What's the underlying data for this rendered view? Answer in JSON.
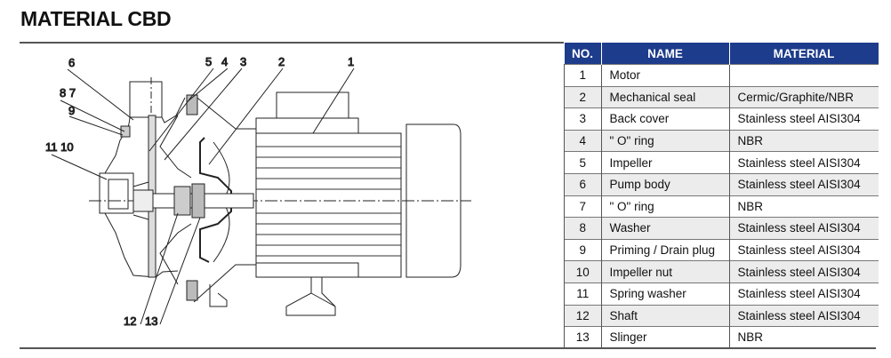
{
  "title": "MATERIAL CBD",
  "table": {
    "headers": [
      "NO.",
      "NAME",
      "MATERIAL"
    ],
    "rows": [
      {
        "no": "1",
        "name": "Motor",
        "material": ""
      },
      {
        "no": "2",
        "name": "Mechanical seal",
        "material": "Cermic/Graphite/NBR"
      },
      {
        "no": "3",
        "name": "Back cover",
        "material": "Stainless steel AISI304"
      },
      {
        "no": "4",
        "name": "\" O\"  ring",
        "material": "NBR"
      },
      {
        "no": "5",
        "name": "Impeller",
        "material": "Stainless steel AISI304"
      },
      {
        "no": "6",
        "name": "Pump body",
        "material": "Stainless steel AISI304"
      },
      {
        "no": "7",
        "name": "\" O\"  ring",
        "material": "NBR"
      },
      {
        "no": "8",
        "name": "Washer",
        "material": "Stainless steel AISI304"
      },
      {
        "no": "9",
        "name": "Priming / Drain plug",
        "material": "Stainless steel AISI304"
      },
      {
        "no": "10",
        "name": "Impeller nut",
        "material": "Stainless steel AISI304"
      },
      {
        "no": "11",
        "name": "Spring washer",
        "material": "Stainless steel AISI304"
      },
      {
        "no": "12",
        "name": "Shaft",
        "material": "Stainless steel AISI304"
      },
      {
        "no": "13",
        "name": "Slinger",
        "material": "NBR"
      }
    ]
  },
  "callouts": [
    "6",
    "8 7",
    "9",
    "11 10",
    "5",
    "4",
    "3",
    "2",
    "1",
    "12",
    "13"
  ],
  "colors": {
    "header_bg": "#1e3c8c",
    "alt_row": "#ececec"
  }
}
